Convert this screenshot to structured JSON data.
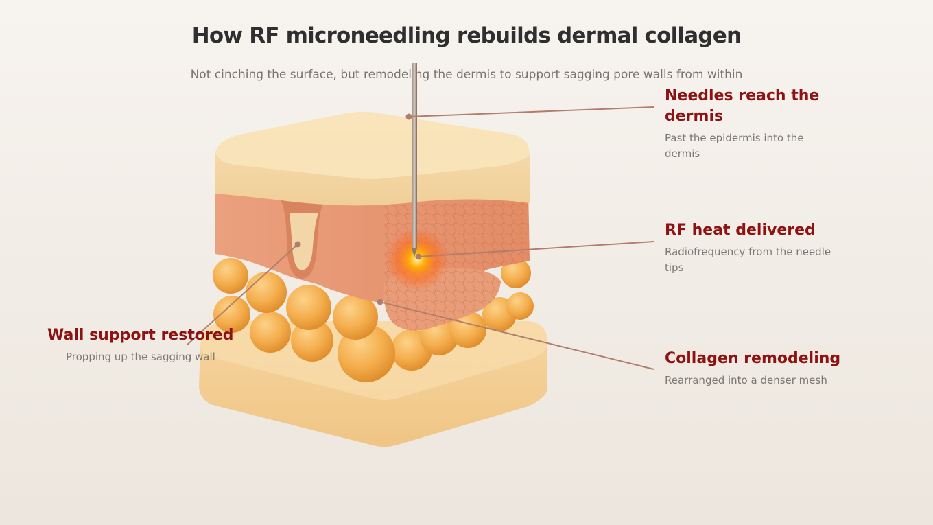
{
  "header": {
    "title": "How RF microneedling rebuilds dermal collagen",
    "subtitle": "Not cinching the surface, but remodeling the dermis to support sagging pore walls from within"
  },
  "callouts": {
    "needles": {
      "title": "Needles reach the dermis",
      "description": "Past the epidermis into the dermis"
    },
    "rf_heat": {
      "title": "RF heat delivered",
      "description": "Radiofrequency from the needle tips"
    },
    "collagen": {
      "title": "Collagen remodeling",
      "description": "Rearranged into a denser mesh"
    },
    "wall": {
      "title": "Wall support restored",
      "description": "Propping up the sagging wall"
    }
  },
  "colors": {
    "title_text": "#2f2f2f",
    "callout_title": "#8f1212",
    "leader_line": "#b07f6c",
    "epidermis": "#f2d2a2",
    "dermis": "#e99a74",
    "fat_globule": "#f0a640",
    "rf_glow": "#ff7a1a"
  }
}
